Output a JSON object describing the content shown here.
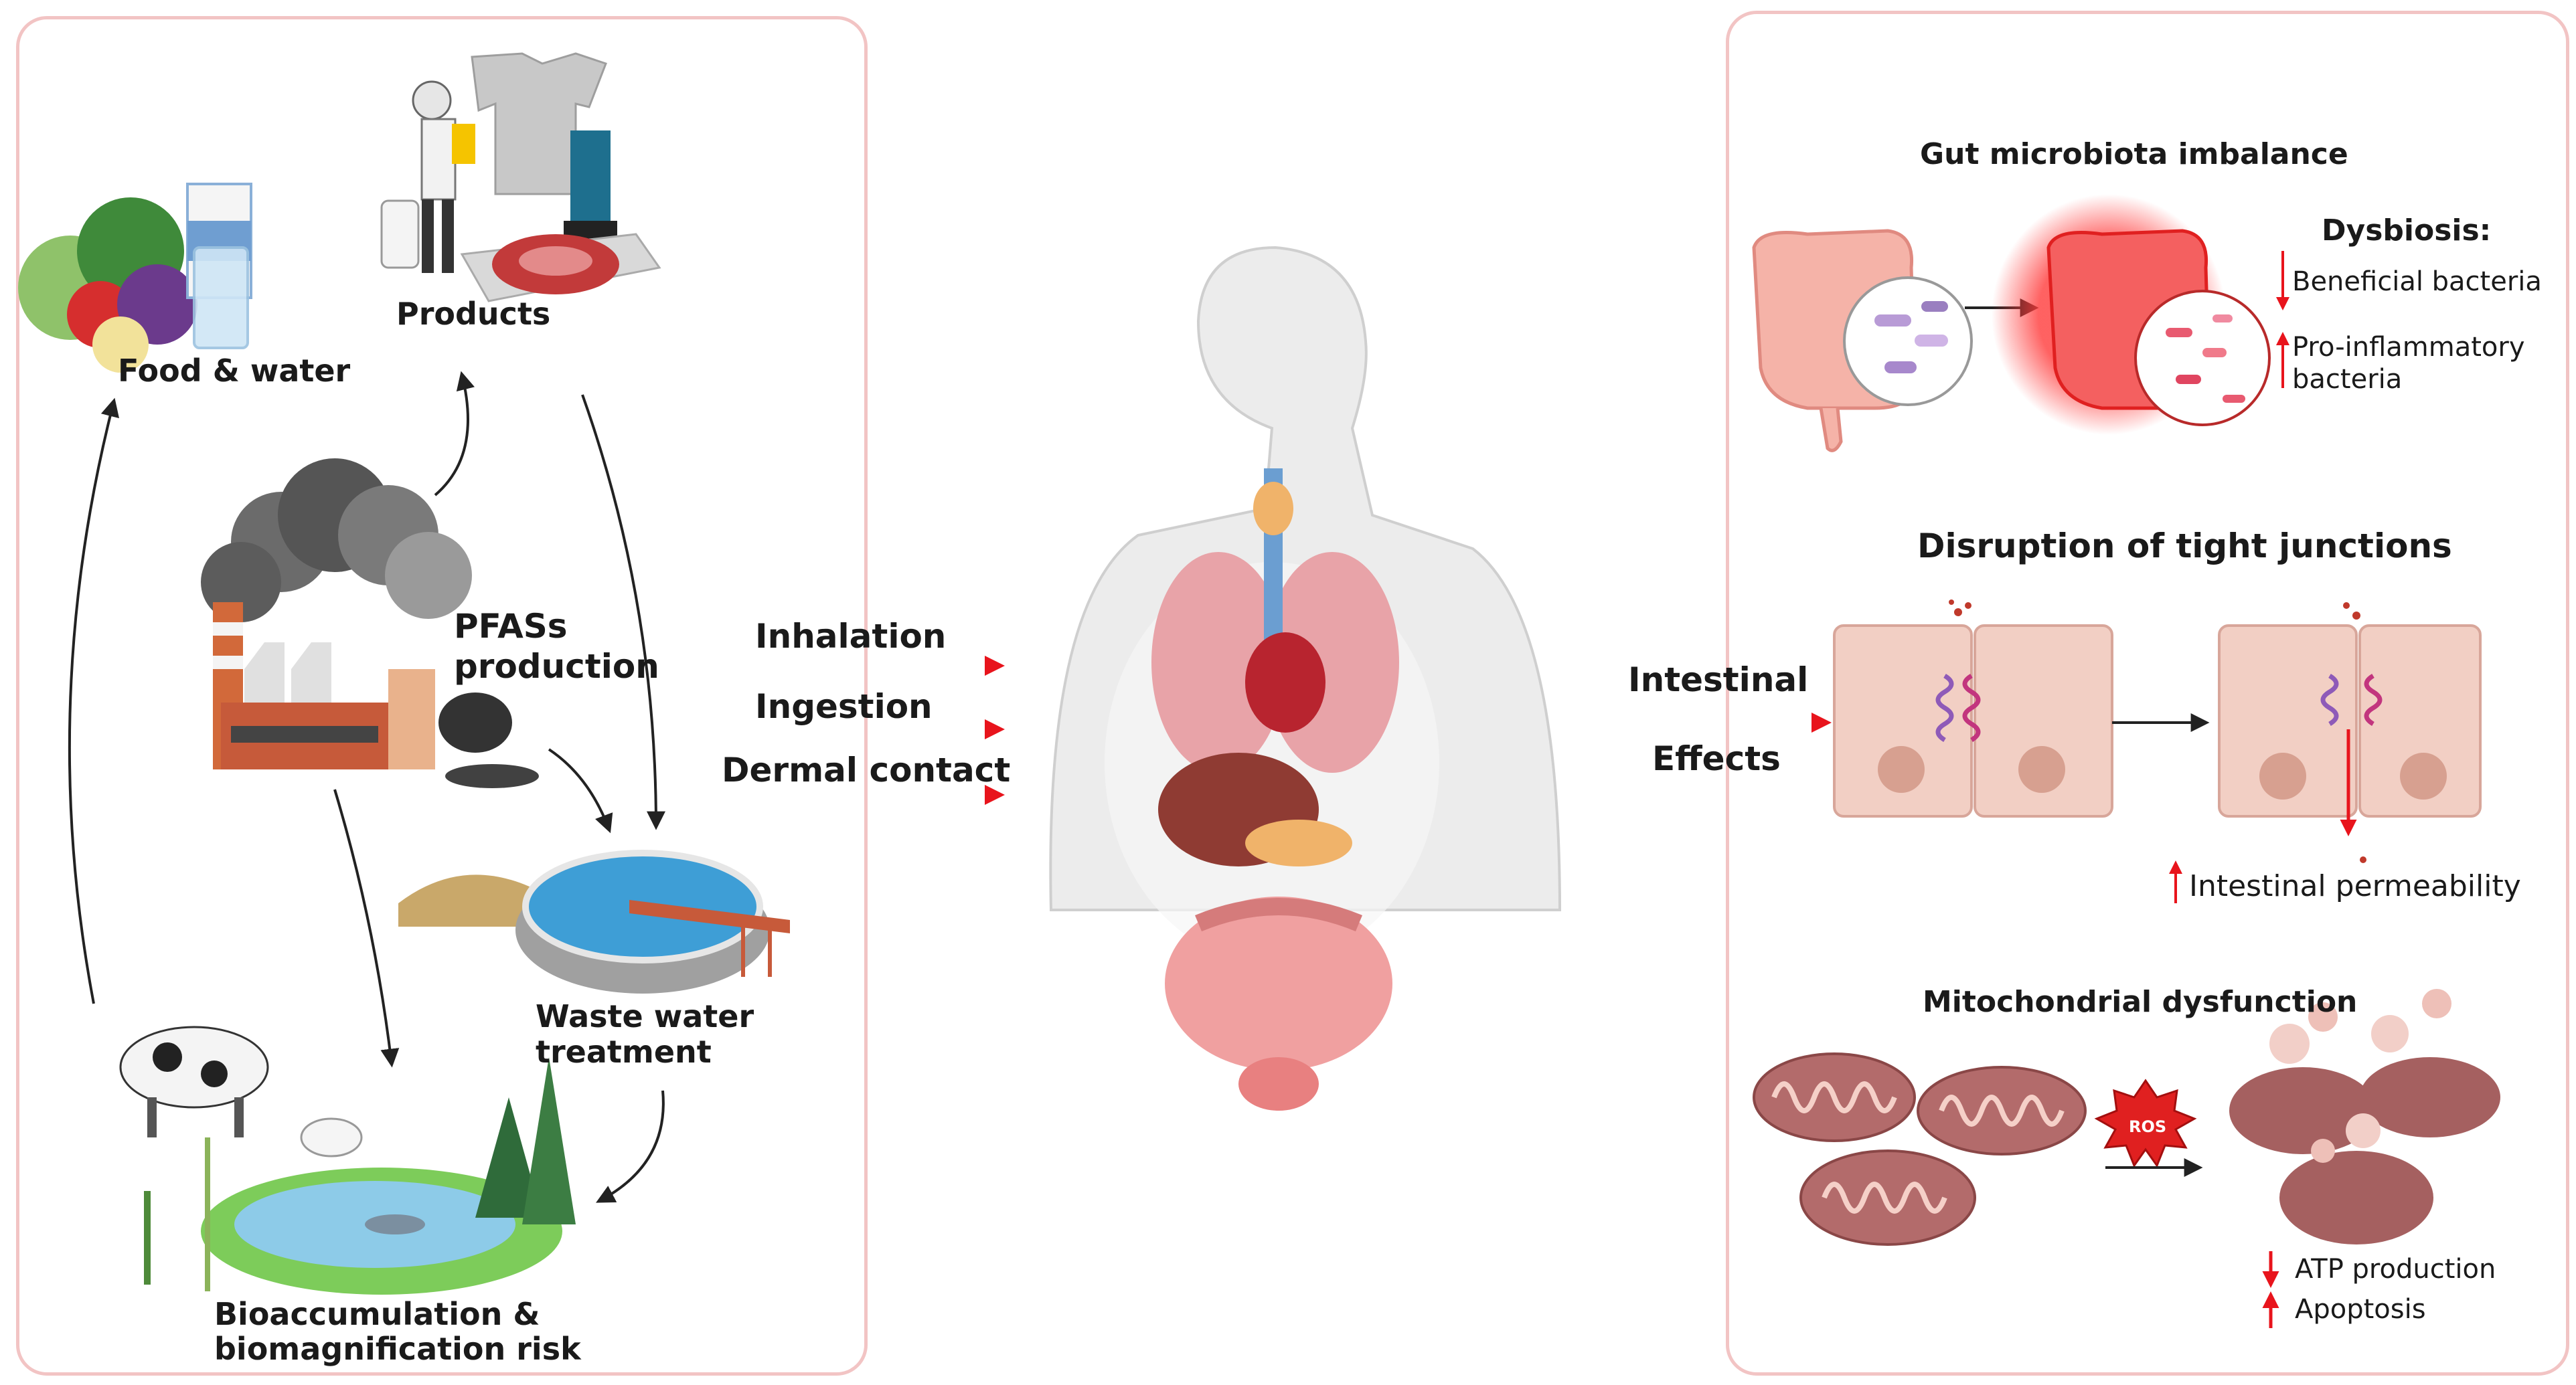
{
  "left": {
    "food_water": "Food & water",
    "products": "Products",
    "pfas_line1": "PFASs",
    "pfas_line2": "production",
    "wastewater_line1": "Waste water",
    "wastewater_line2": "treatment",
    "bio_line1": "Bioaccumulation &",
    "bio_line2": "biomagnification risk"
  },
  "routes": {
    "inhalation": "Inhalation",
    "ingestion": "Ingestion",
    "dermal": "Dermal contact"
  },
  "effects": {
    "line1": "Intestinal",
    "line2": "Effects"
  },
  "right": {
    "gut_title": "Gut microbiota imbalance",
    "dysbiosis": "Dysbiosis:",
    "beneficial": "Beneficial bacteria",
    "proinflam_line1": "Pro-inflammatory",
    "proinflam_line2": "bacteria",
    "tj_title": "Disruption of tight junctions",
    "permeability": "Intestinal permeability",
    "mito_title": "Mitochondrial dysfunction",
    "ros": "ROS",
    "atp": "ATP production",
    "apoptosis": "Apoptosis"
  },
  "colors": {
    "panel_border": "#f2c4c4",
    "route_arrow": "#e8141c",
    "tissue_pink": "#f4a6a0",
    "mito": "#b36b6b",
    "water": "#4aa3d8"
  }
}
